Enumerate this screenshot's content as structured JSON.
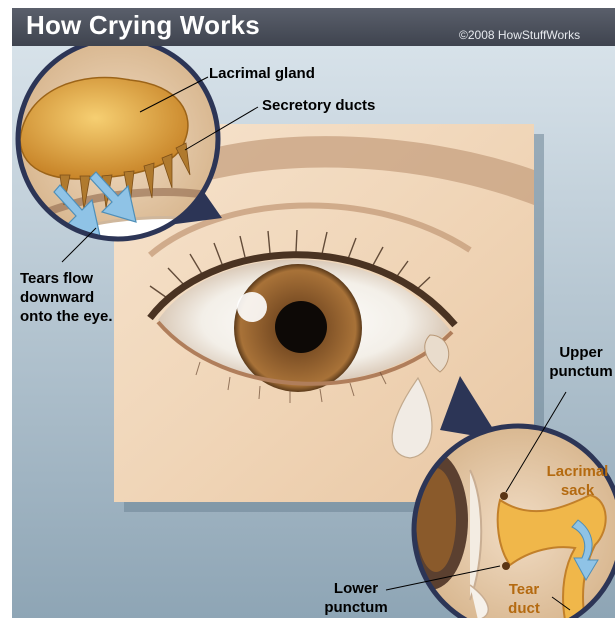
{
  "header": {
    "title": "How Crying Works",
    "copyright": "©2008 HowStuffWorks"
  },
  "labels": {
    "lacrimal_gland": "Lacrimal gland",
    "secretory_ducts": "Secretory ducts",
    "tears_flow": [
      "Tears flow",
      "downward",
      "onto the eye."
    ],
    "upper_punctum": [
      "Upper",
      "punctum"
    ],
    "lacrimal_sack": [
      "Lacrimal",
      "sack"
    ],
    "lower_punctum": [
      "Lower",
      "punctum"
    ],
    "tear_duct": [
      "Tear",
      "duct"
    ]
  },
  "colors": {
    "background_top": "#d6e2ea",
    "background_bottom": "#8fa6b6",
    "skin_panel": "#f2d9bf",
    "iris": "#8a5a2b",
    "gland": "#e0a53f",
    "arrow": "#8fc3e6",
    "callout_ring": "#2c3556",
    "anatomy_text": "#b46a10"
  }
}
